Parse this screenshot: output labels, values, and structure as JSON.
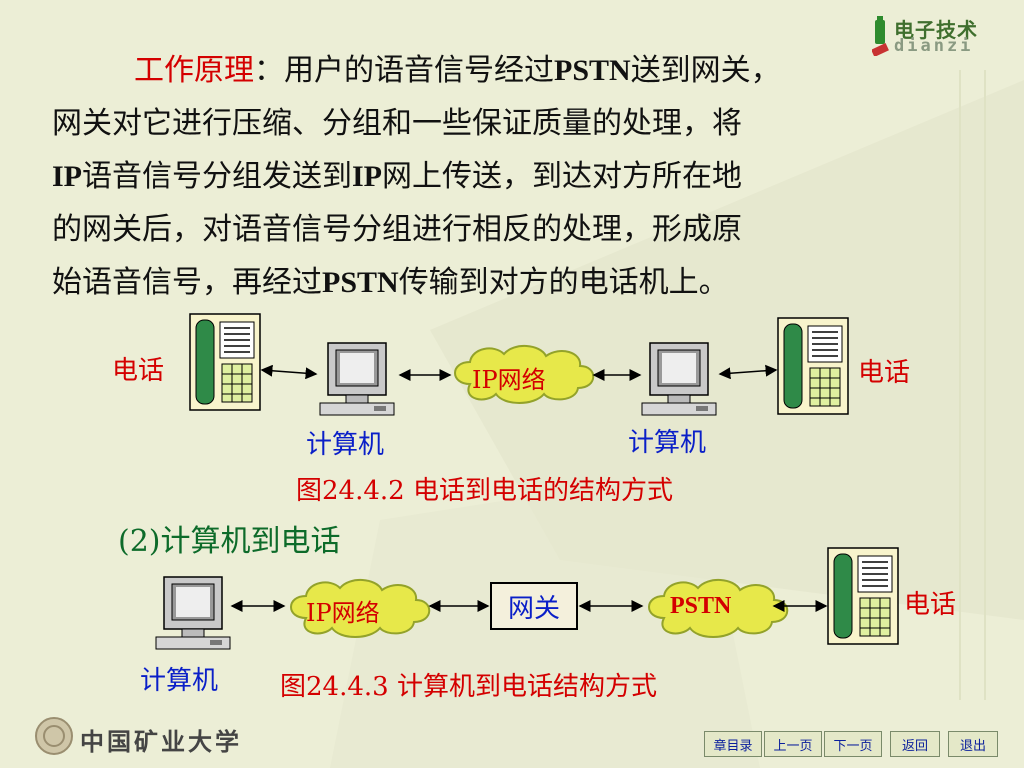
{
  "logo": {
    "cn": "电子技术",
    "en": "dianzi"
  },
  "paragraph": {
    "lead": "工作原理",
    "lines": [
      [
        "",
        "：用户的语音信号经过",
        "PSTN",
        "送到网关，",
        ""
      ],
      [
        "网关对它进行压缩、分组和一些保证质量的处理，将",
        "",
        "",
        "",
        ""
      ],
      [
        "",
        "IP",
        "语音信号分组发送到",
        "IP",
        "网上传送，到达对方所在地"
      ],
      [
        "的网关后，对语音信号分组进行相反的处理，形成原",
        "",
        "",
        "",
        ""
      ],
      [
        "始语音信号，再经过",
        "PSTN",
        "传输到对方的电话机上。",
        "",
        ""
      ]
    ]
  },
  "diagram1": {
    "phone_left": "电话",
    "phone_right": "电话",
    "cloud": "IP网络",
    "computer_left": "计算机",
    "computer_right": "计算机",
    "caption": "图24.4.2  电话到电话的结构方式"
  },
  "section2": {
    "title": "(2)计算机到电话"
  },
  "diagram2": {
    "computer": "计算机",
    "cloud": "IP网络",
    "gateway": "网关",
    "pstn": "PSTN",
    "phone": "电话",
    "caption": "图24.4.3  计算机到电话结构方式"
  },
  "nav": {
    "buttons": [
      "章目录",
      "上一页",
      "下一页",
      "返回",
      "退出"
    ]
  },
  "footer_logo": {
    "text": "中国矿业大学"
  },
  "colors": {
    "background": "#eceed6",
    "red": "#d40000",
    "blue": "#0a1fc8",
    "green": "#0d6b2a"
  }
}
